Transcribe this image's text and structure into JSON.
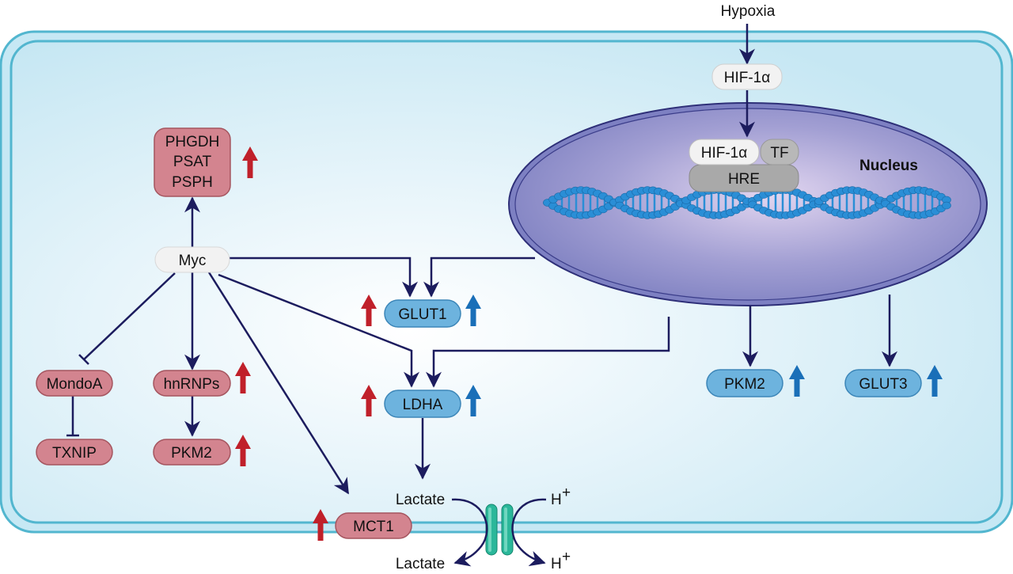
{
  "diagram": {
    "external": {
      "hypoxia": "Hypoxia"
    },
    "nucleus": {
      "label": "Nucleus",
      "complex": {
        "hif": "HIF-1α",
        "tf": "TF",
        "hre": "HRE"
      }
    },
    "nodes": {
      "hif_cyto": "HIF-1α",
      "myc": "Myc",
      "serine_enzymes": [
        "PHGDH",
        "PSAT",
        "PSPH"
      ],
      "mondoa": "MondoA",
      "txnip": "TXNIP",
      "hnrnps": "hnRNPs",
      "pkm2_myc": "PKM2",
      "glut1": "GLUT1",
      "ldha": "LDHA",
      "pkm2_hif": "PKM2",
      "glut3": "GLUT3",
      "mct1": "MCT1",
      "lactate_in": "Lactate",
      "lactate_out": "Lactate",
      "h_in": "H",
      "h_out": "H",
      "h_sup": "+"
    },
    "legend_colors": {
      "myc_target": "#d3848f",
      "hif_target": "#6db3de",
      "myc_up_arrow": "#c0202a",
      "hif_up_arrow": "#1a6fb8",
      "pathway_arrow": "#1c1c5e",
      "cell": "#cde9f4",
      "membrane": "#52b6cf",
      "nucleus": "#8a8cc8",
      "dna": "#2a8ed6",
      "transporter": "#2bb79a"
    }
  }
}
